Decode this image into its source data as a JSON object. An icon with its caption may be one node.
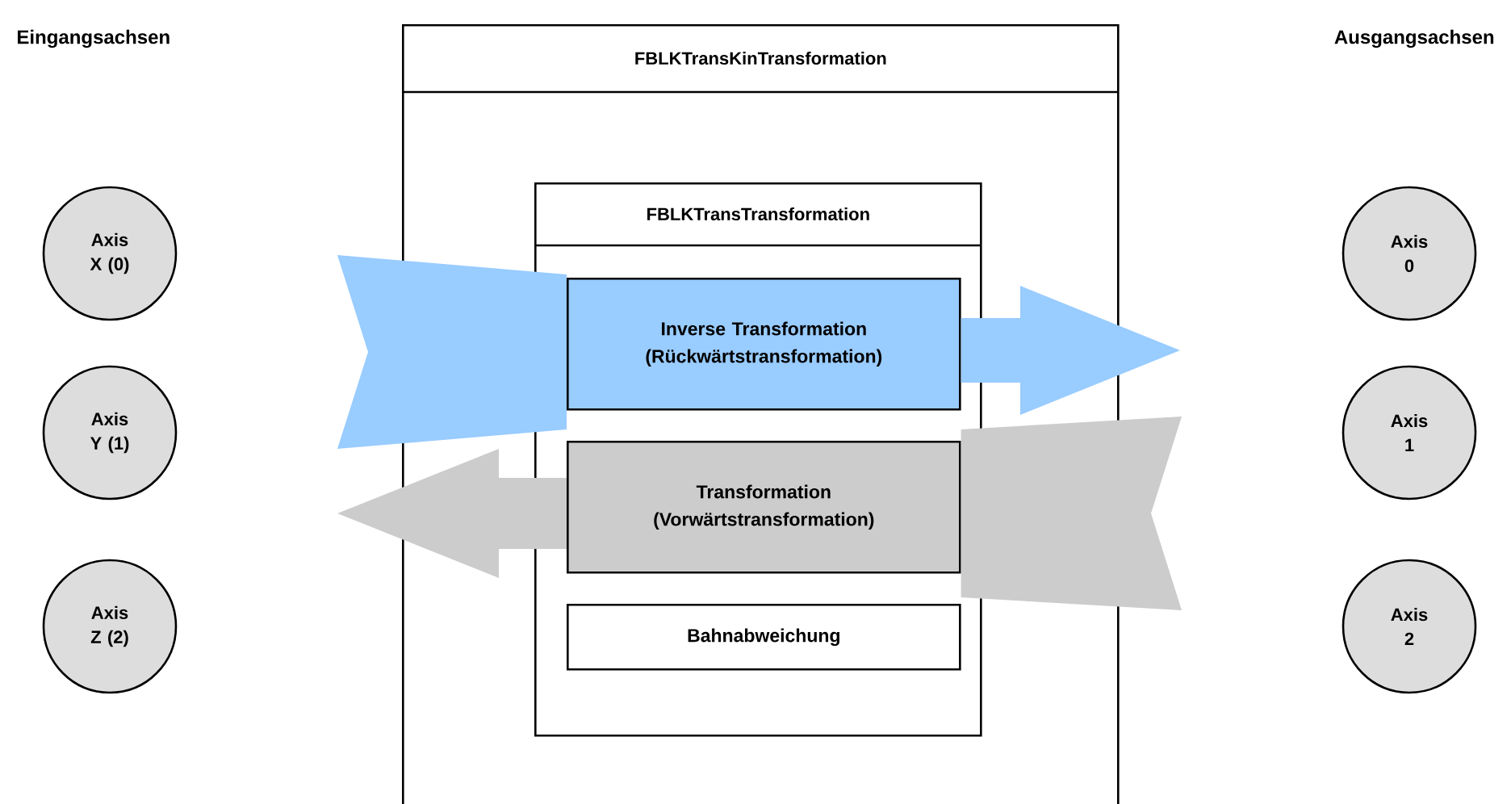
{
  "diagram": {
    "nodes": [
      {
        "text": [
          "FBLKTransKinTransformation"
        ]
      },
      {
        "text": [
          "FBLKTransTransformation"
        ],
        "in": 0
      },
      {
        "text": [
          "Inverse Transformation (Rückwärtstransformation)"
        ],
        "in": 1
      },
      {
        "text": [
          "Transformation (Vorwärtstransformation)"
        ],
        "in": 1
      },
      {
        "text": [
          "Bahnabweichung"
        ],
        "in": 1
      },
      {
        "text": [
          "Axis X (0)"
        ]
      },
      {
        "text": [
          "Axis Y (1)"
        ]
      },
      {
        "text": [
          "Axis Z (2)"
        ]
      },
      {
        "text": [
          "Axis 0"
        ]
      },
      {
        "text": [
          "Axis 1"
        ]
      },
      {
        "text": [
          "Axis 2"
        ]
      }
    ],
    "edges": [
      {
        "from": null,
        "to": 2,
        "arrow": "none",
        "color": "#99ccff"
      },
      {
        "from": 2,
        "to": null,
        "arrow": "to",
        "color": "#99ccff"
      },
      {
        "from": null,
        "to": 3,
        "arrow": "none",
        "color": "#cccccc"
      },
      {
        "from": 3,
        "to": null,
        "arrow": "to",
        "color": "#cccccc"
      }
    ],
    "labels": [
      "Eingangsachsen",
      "Ausgangsachsen"
    ]
  }
}
